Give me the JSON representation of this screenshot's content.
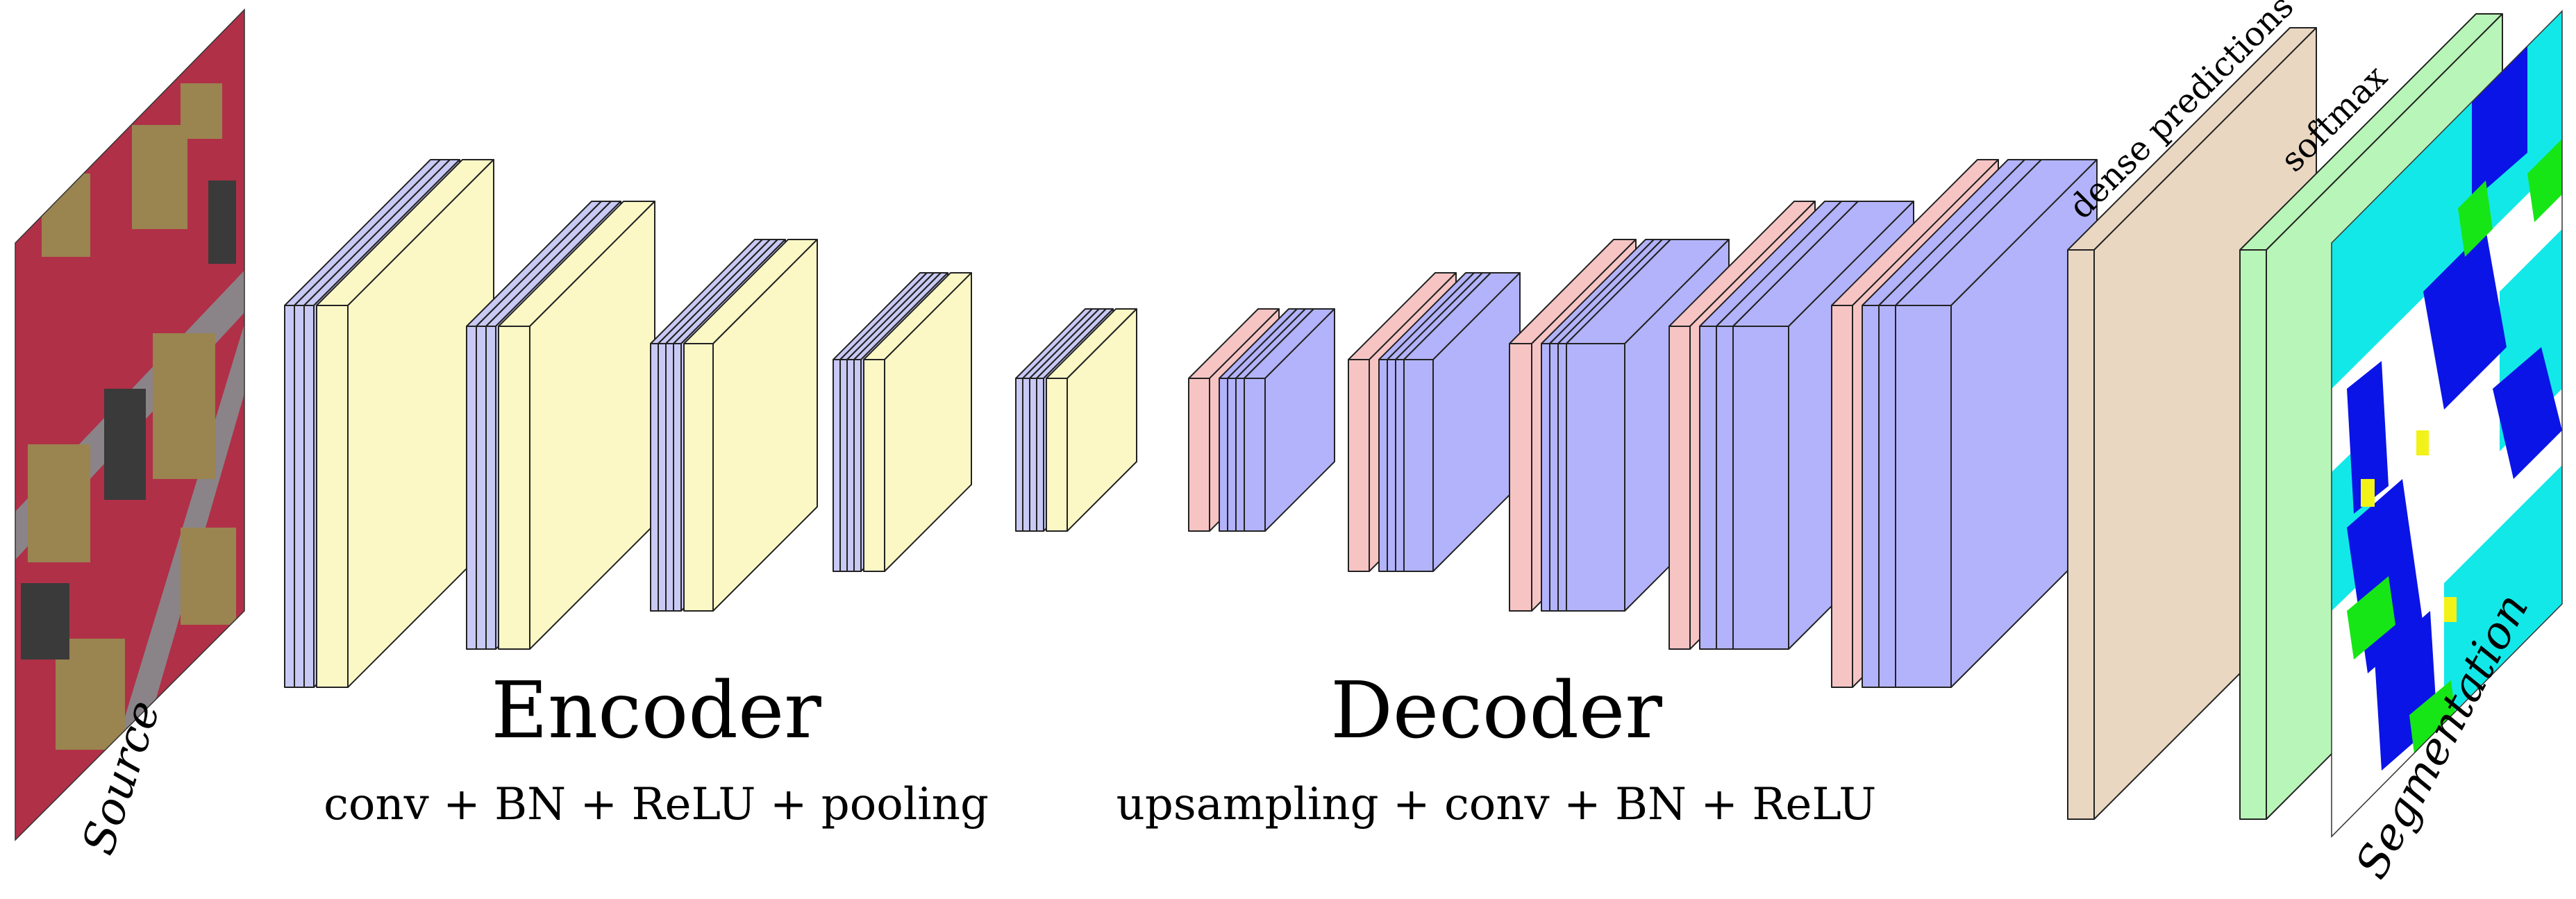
{
  "labels": {
    "source": "Source",
    "encoder": "Encoder",
    "encoder_ops": "conv + BN + ReLU + pooling",
    "decoder": "Decoder",
    "decoder_ops": "upsampling + conv + BN + ReLU",
    "dense_predictions": "dense predictions",
    "softmax": "softmax",
    "segmentation": "Segmentation"
  },
  "colors": {
    "conv_block": "#c9c9f5",
    "pool_block": "#fbf8c6",
    "upsample_block": "#f7c4c4",
    "decoder_conv_block": "#b3b3fb",
    "dense_predictions": "#ead7c2",
    "softmax": "#b8f5b8",
    "seg_background": "#ffffff",
    "seg_building": "#0a14e6",
    "seg_low_veg": "#13e8e8",
    "seg_tree": "#16e616",
    "seg_car": "#f2f219",
    "src_red": "#b03048",
    "src_road": "#8a8488",
    "src_roof": "#9a8450"
  },
  "legend_semantics": {
    "conv_block": "conv + BN + ReLU",
    "pool_block": "pooling",
    "upsample_block": "upsampling"
  }
}
